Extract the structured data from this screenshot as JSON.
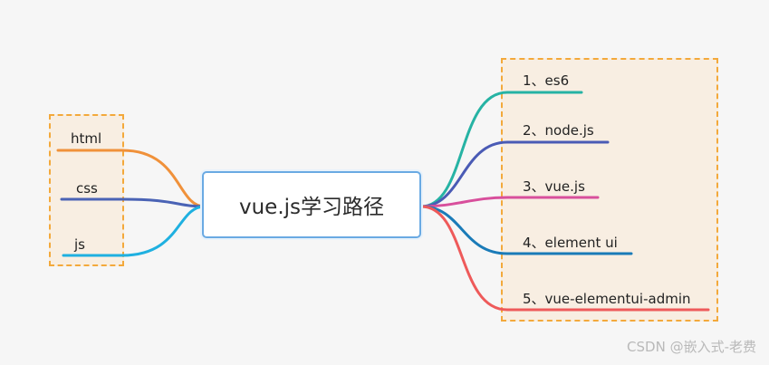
{
  "central": {
    "label": "vue.js学习路径"
  },
  "left_branches": [
    {
      "label": "html",
      "color": "#f0913a"
    },
    {
      "label": "css",
      "color": "#4a63b5"
    },
    {
      "label": "js",
      "color": "#1fb0e0"
    }
  ],
  "right_branches": [
    {
      "label": "1、es6",
      "color": "#26b3a4"
    },
    {
      "label": "2、node.js",
      "color": "#4a5bb5"
    },
    {
      "label": "3、vue.js",
      "color": "#d84f9c"
    },
    {
      "label": "4、element ui",
      "color": "#1a7bb8"
    },
    {
      "label": "5、vue-elementui-admin",
      "color": "#ee5a5a"
    }
  ],
  "group_border_color": "#f3a93b",
  "group_fill_color": "#f8eee2",
  "watermark": "CSDN @嵌入式-老费"
}
